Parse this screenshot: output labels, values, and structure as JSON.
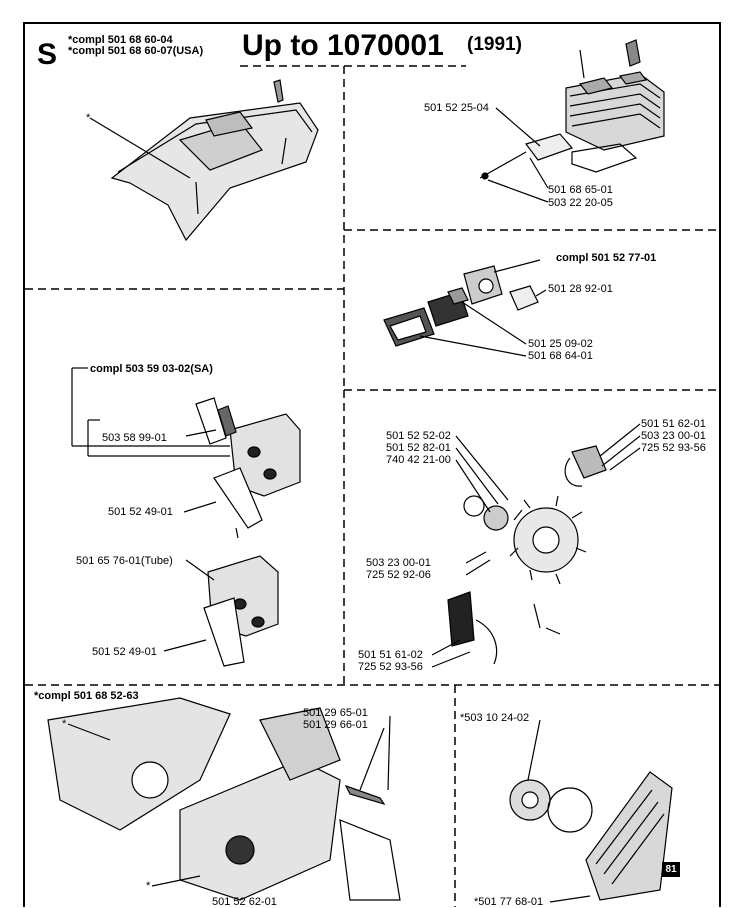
{
  "header": {
    "section_letter": "S",
    "compl_line_1": "*compl 501 68 60-04",
    "compl_line_2": "*compl 501 68 60-07(USA)",
    "title": "Up to 1070001",
    "year": "(1991)"
  },
  "cover_panel": {
    "star_label": "*"
  },
  "cylinder_panel": {
    "labels": [
      "501 52 25-04",
      "501 68 65-01",
      "503 22 20-05"
    ]
  },
  "carburetor_panel": {
    "compl_label": "compl 501 52 77-01",
    "labels": [
      "501 28 92-01",
      "501 25 09-02",
      "501 68 64-01"
    ]
  },
  "muffler_panel": {
    "compl_label": "compl 503 59 03-02(SA)",
    "labels": [
      "503 58 99-01",
      "501 52 49-01",
      "501 65 76-01(Tube)",
      "501 52 49-01"
    ]
  },
  "ignition_panel": {
    "left_labels": [
      "501 52 52-02",
      "501 52 82-01",
      "740 42 21-00"
    ],
    "right_labels": [
      "501 51 62-01",
      "503 23 00-01",
      "725 52 93-56"
    ],
    "mid_labels": [
      "503 23 00-01",
      "725 52 92-06"
    ],
    "bottom_labels": [
      "501 51 61-02",
      "725 52 93-56"
    ]
  },
  "crankcase_panel": {
    "compl_label": "*compl 501 68 52-63",
    "star_labels": [
      "*",
      "*"
    ],
    "labels": [
      "501 29 65-01",
      "501 29 66-01",
      "501 52 62-01"
    ]
  },
  "starter_panel": {
    "labels": [
      "*503 10 24-02",
      "*501 77 68-01"
    ],
    "page_badge": "81"
  }
}
